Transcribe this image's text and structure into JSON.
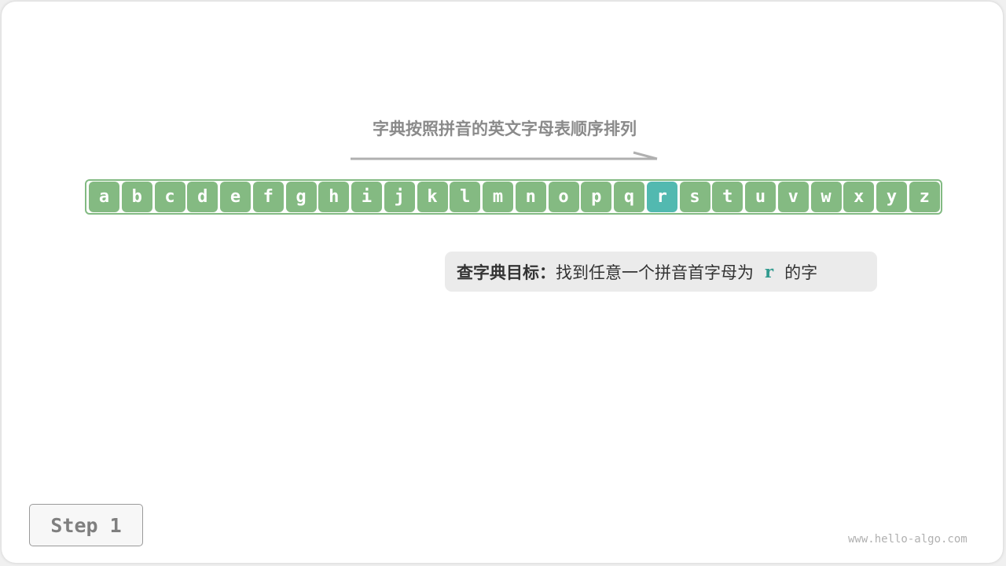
{
  "title": "字典按照拼音的英文字母表顺序排列",
  "letters": [
    "a",
    "b",
    "c",
    "d",
    "e",
    "f",
    "g",
    "h",
    "i",
    "j",
    "k",
    "l",
    "m",
    "n",
    "o",
    "p",
    "q",
    "r",
    "s",
    "t",
    "u",
    "v",
    "w",
    "x",
    "y",
    "z"
  ],
  "highlighted_letter": "r",
  "goal": {
    "label": "查字典目标：",
    "text_before": "找到任意一个拼音首字母为",
    "target": "r",
    "text_after": "的字"
  },
  "step_label": "Step 1",
  "watermark": "www.hello-algo.com",
  "colors": {
    "cell": "#84ba82",
    "cell_highlight": "#52b9b0",
    "strip_border": "#82ba82",
    "target_text": "#2f9a8e",
    "title": "#8a8a8a"
  }
}
